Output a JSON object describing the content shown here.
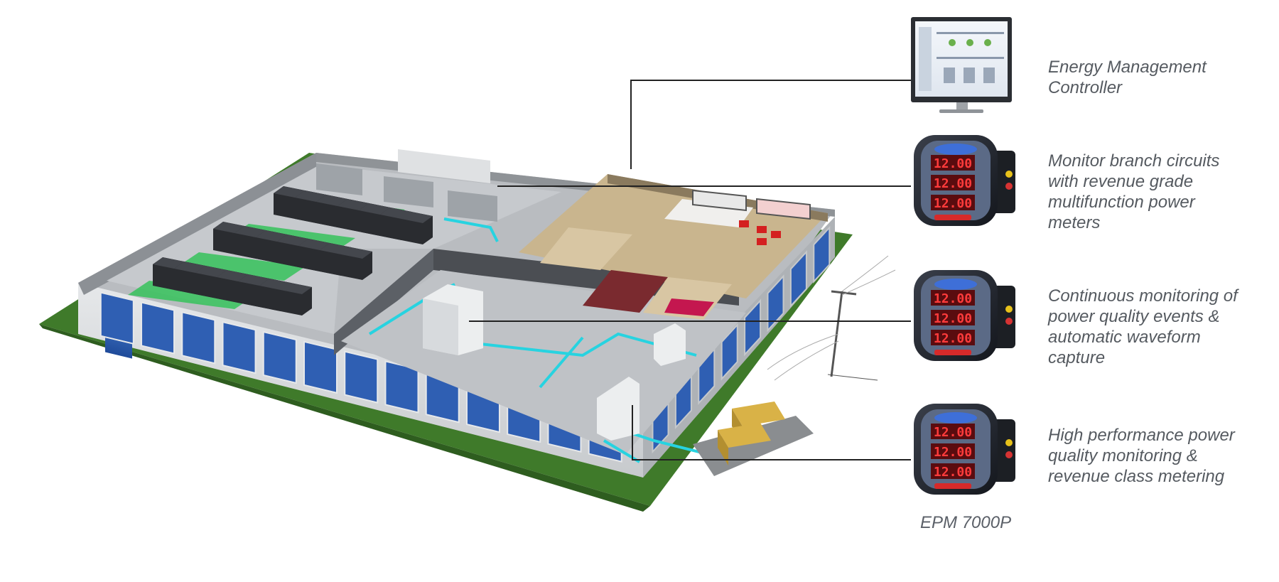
{
  "callouts": [
    {
      "id": "controller",
      "lines": [
        "Energy Management",
        "Controller"
      ]
    },
    {
      "id": "branch",
      "lines": [
        "Monitor branch circuits",
        "with revenue grade",
        "multifunction power",
        "meters"
      ]
    },
    {
      "id": "continuous",
      "lines": [
        "Continuous monitoring of",
        "power quality events &",
        "automatic waveform",
        "capture"
      ]
    },
    {
      "id": "high",
      "lines": [
        "High performance power",
        "quality monitoring &",
        "revenue class metering"
      ]
    }
  ],
  "model_label": "EPM 7000P",
  "meter_readout": "12.00",
  "colors": {
    "grass": "#3f7a2a",
    "roof": "#9a9ea3",
    "floor": "#b9bcc0",
    "window": "#2f5fb3",
    "rack": "#2a2c30",
    "green_tile": "#35c25a",
    "cyan_line": "#27d3e0",
    "office_floor": "#c9b58e",
    "generator": "#d9b247",
    "connector": "#222222",
    "text": "#555a60"
  }
}
